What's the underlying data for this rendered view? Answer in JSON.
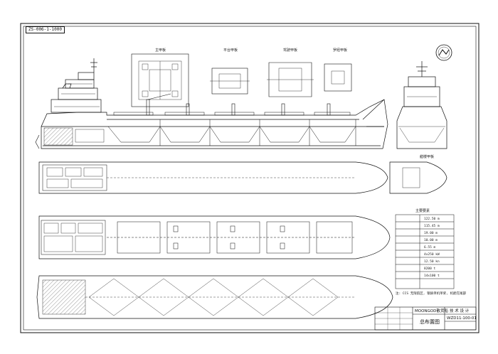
{
  "drawing": {
    "reference_code": "ZS-006-1-1000",
    "title_block": {
      "project": "MOONGOD散货船",
      "stage": "技 术 设 计",
      "drawing_name": "总布置图",
      "drawing_no": "WZD11-100-01"
    },
    "view_labels": [
      "主甲板",
      "平台甲板",
      "驾驶甲板",
      "罗经甲板",
      "艏楼甲板"
    ],
    "particulars_title": "主要要素",
    "particulars_values": [
      "122.50 m",
      "115.45 m",
      "19.00 m",
      "10.00 m",
      "6.55 m",
      "4x250 kW",
      "12.50 kn",
      "8200 t",
      "14x100 t"
    ],
    "notes": "注: CCS 无限航区, 钢质单机单桨, 机舱在尾部"
  }
}
